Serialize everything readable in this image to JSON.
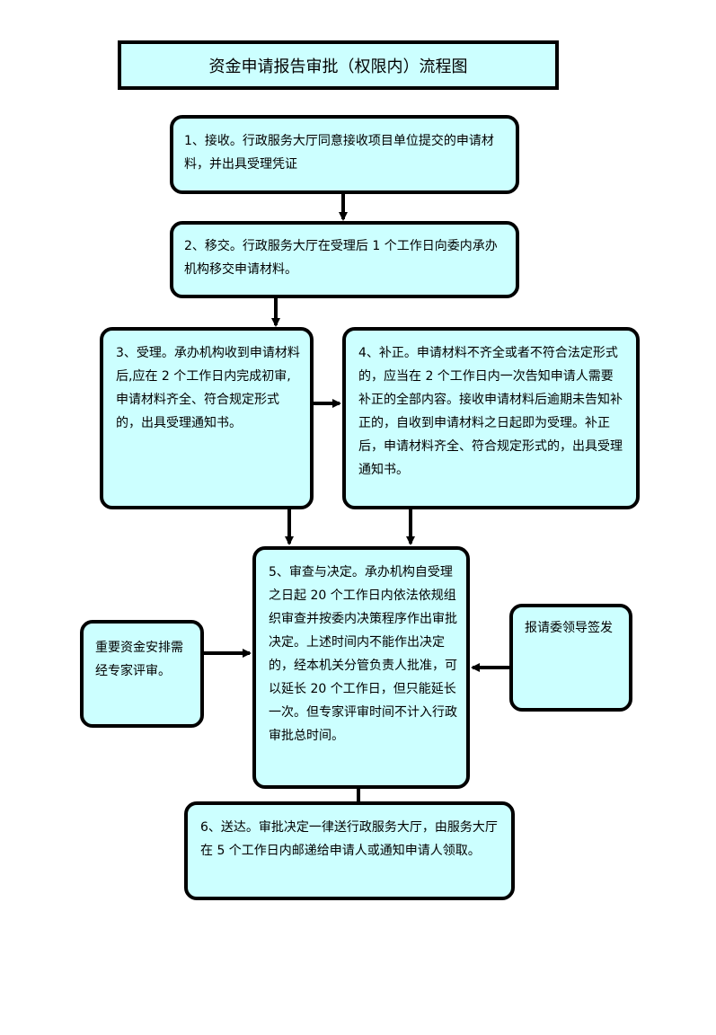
{
  "title": "资金申请报告审批（权限内）流程图",
  "steps": {
    "s1": "1、接收。行政服务大厅同意接收项目单位提交的申请材料，并出具受理凭证",
    "s2": "2、移交。行政服务大厅在受理后 1 个工作日向委内承办机构移交申请材料。",
    "s3": "3、受理。承办机构收到申请材料后,应在 2 个工作日内完成初审,申请材料齐全、符合规定形式的，出具受理通知书。",
    "s4": "4、补正。申请材料不齐全或者不符合法定形式的，应当在 2 个工作日内一次告知申请人需要补正的全部内容。接收申请材料后逾期未告知补正的，自收到申请材料之日起即为受理。补正后，申请材料齐全、符合规定形式的，出具受理通知书。",
    "s5": "5、审查与决定。承办机构自受理之日起 20 个工作日内依法依规组织审查并按委内决策程序作出审批决定。上述时间内不能作出决定的，经本机关分管负责人批准，可以延长 20 个工作日，但只能延长一次。但专家评审时间不计入行政审批总时间。",
    "s6": "6、送达。审批决定一律送行政服务大厅，由服务大厅在 5 个工作日内邮递给申请人或通知申请人领取。"
  },
  "side_notes": {
    "left": "重要资金安排需经专家评审。",
    "right": "报请委领导签发"
  }
}
